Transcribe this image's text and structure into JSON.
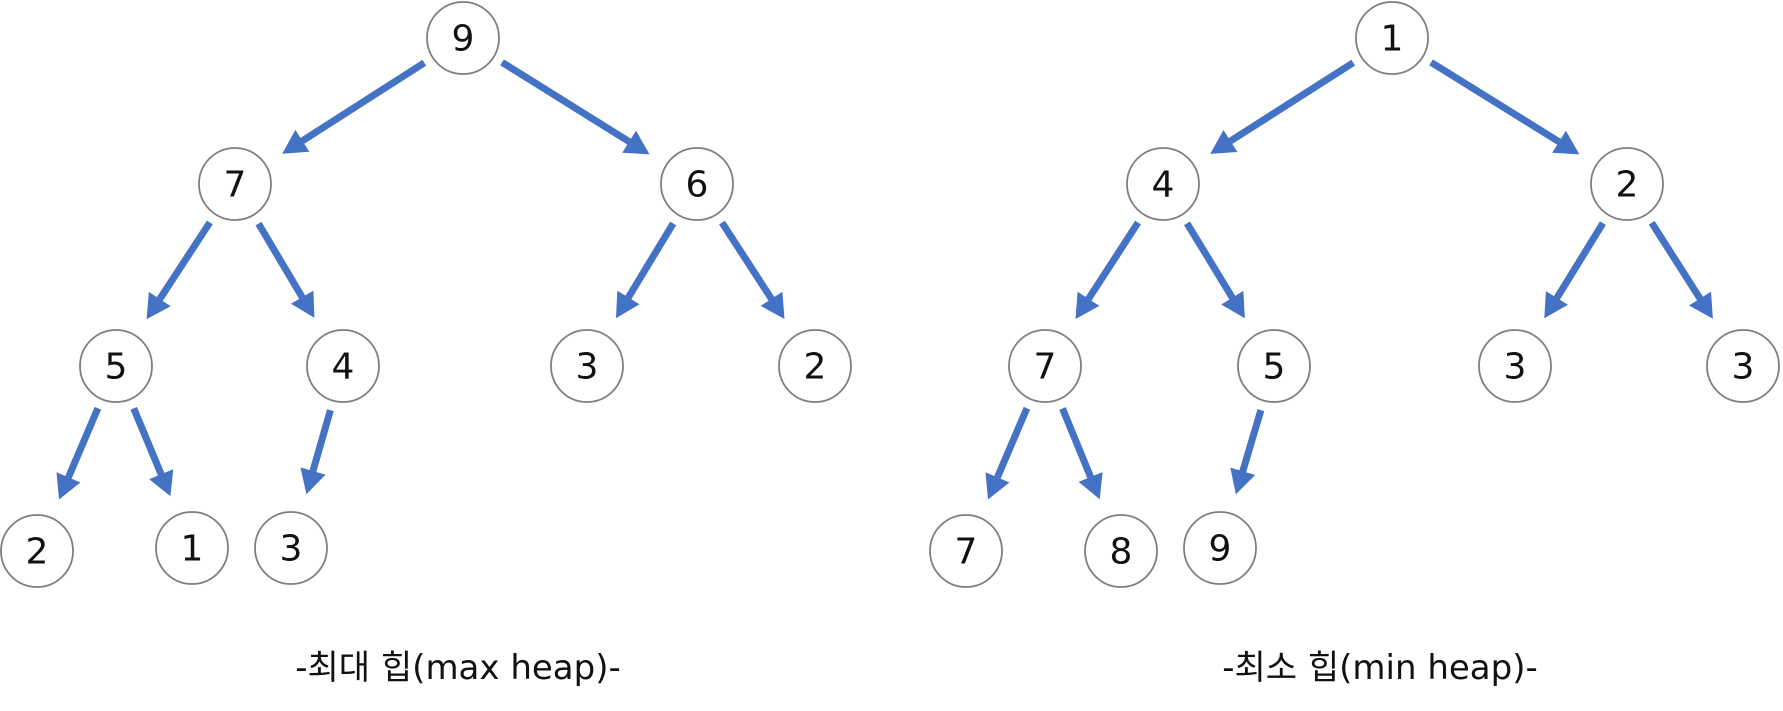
{
  "trees": [
    {
      "caption": "-최대 힙(max heap)-",
      "nodes": [
        "9",
        "7",
        "6",
        "5",
        "4",
        "3",
        "2",
        "2",
        "1",
        "3"
      ],
      "edges": [
        [
          0,
          1
        ],
        [
          0,
          2
        ],
        [
          1,
          3
        ],
        [
          1,
          4
        ],
        [
          2,
          5
        ],
        [
          2,
          6
        ],
        [
          3,
          7
        ],
        [
          3,
          8
        ],
        [
          4,
          9
        ]
      ]
    },
    {
      "caption": "-최소 힙(min heap)-",
      "nodes": [
        "1",
        "4",
        "2",
        "7",
        "5",
        "3",
        "3",
        "7",
        "8",
        "9"
      ],
      "edges": [
        [
          0,
          1
        ],
        [
          0,
          2
        ],
        [
          1,
          3
        ],
        [
          1,
          4
        ],
        [
          2,
          5
        ],
        [
          2,
          6
        ],
        [
          3,
          7
        ],
        [
          3,
          8
        ],
        [
          4,
          9
        ]
      ]
    }
  ],
  "colors": {
    "arrow": "#4472c4",
    "node_border": "#7f7f7f",
    "text": "#111111"
  }
}
